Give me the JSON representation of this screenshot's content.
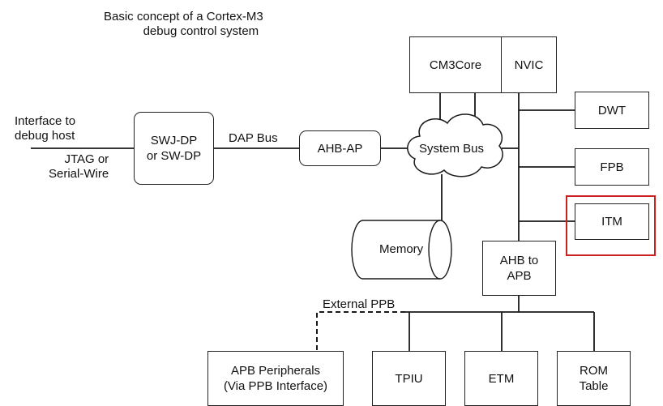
{
  "title": [
    "Basic concept of a Cortex-M3",
    "debug control system"
  ],
  "host_interface": [
    "Interface to",
    "debug host"
  ],
  "host_protocol": [
    "JTAG or",
    "Serial-Wire"
  ],
  "dap_bus": "DAP Bus",
  "external_ppb": "External PPB",
  "blocks": {
    "swj_dp": [
      "SWJ-DP",
      "or SW-DP"
    ],
    "ahb_ap": "AHB-AP",
    "system_bus": "System Bus",
    "cm3core": "CM3Core",
    "nvic": "NVIC",
    "dwt": "DWT",
    "fpb": "FPB",
    "itm": "ITM",
    "memory": "Memory",
    "ahb_to_apb": [
      "AHB to",
      "APB"
    ],
    "apb_peripherals": [
      "APB Peripherals",
      "(Via PPB Interface)"
    ],
    "tpiu": "TPIU",
    "etm": "ETM",
    "rom_table": [
      "ROM",
      "Table"
    ]
  },
  "highlight": {
    "target": "ITM",
    "color": "#cc1f1f"
  }
}
